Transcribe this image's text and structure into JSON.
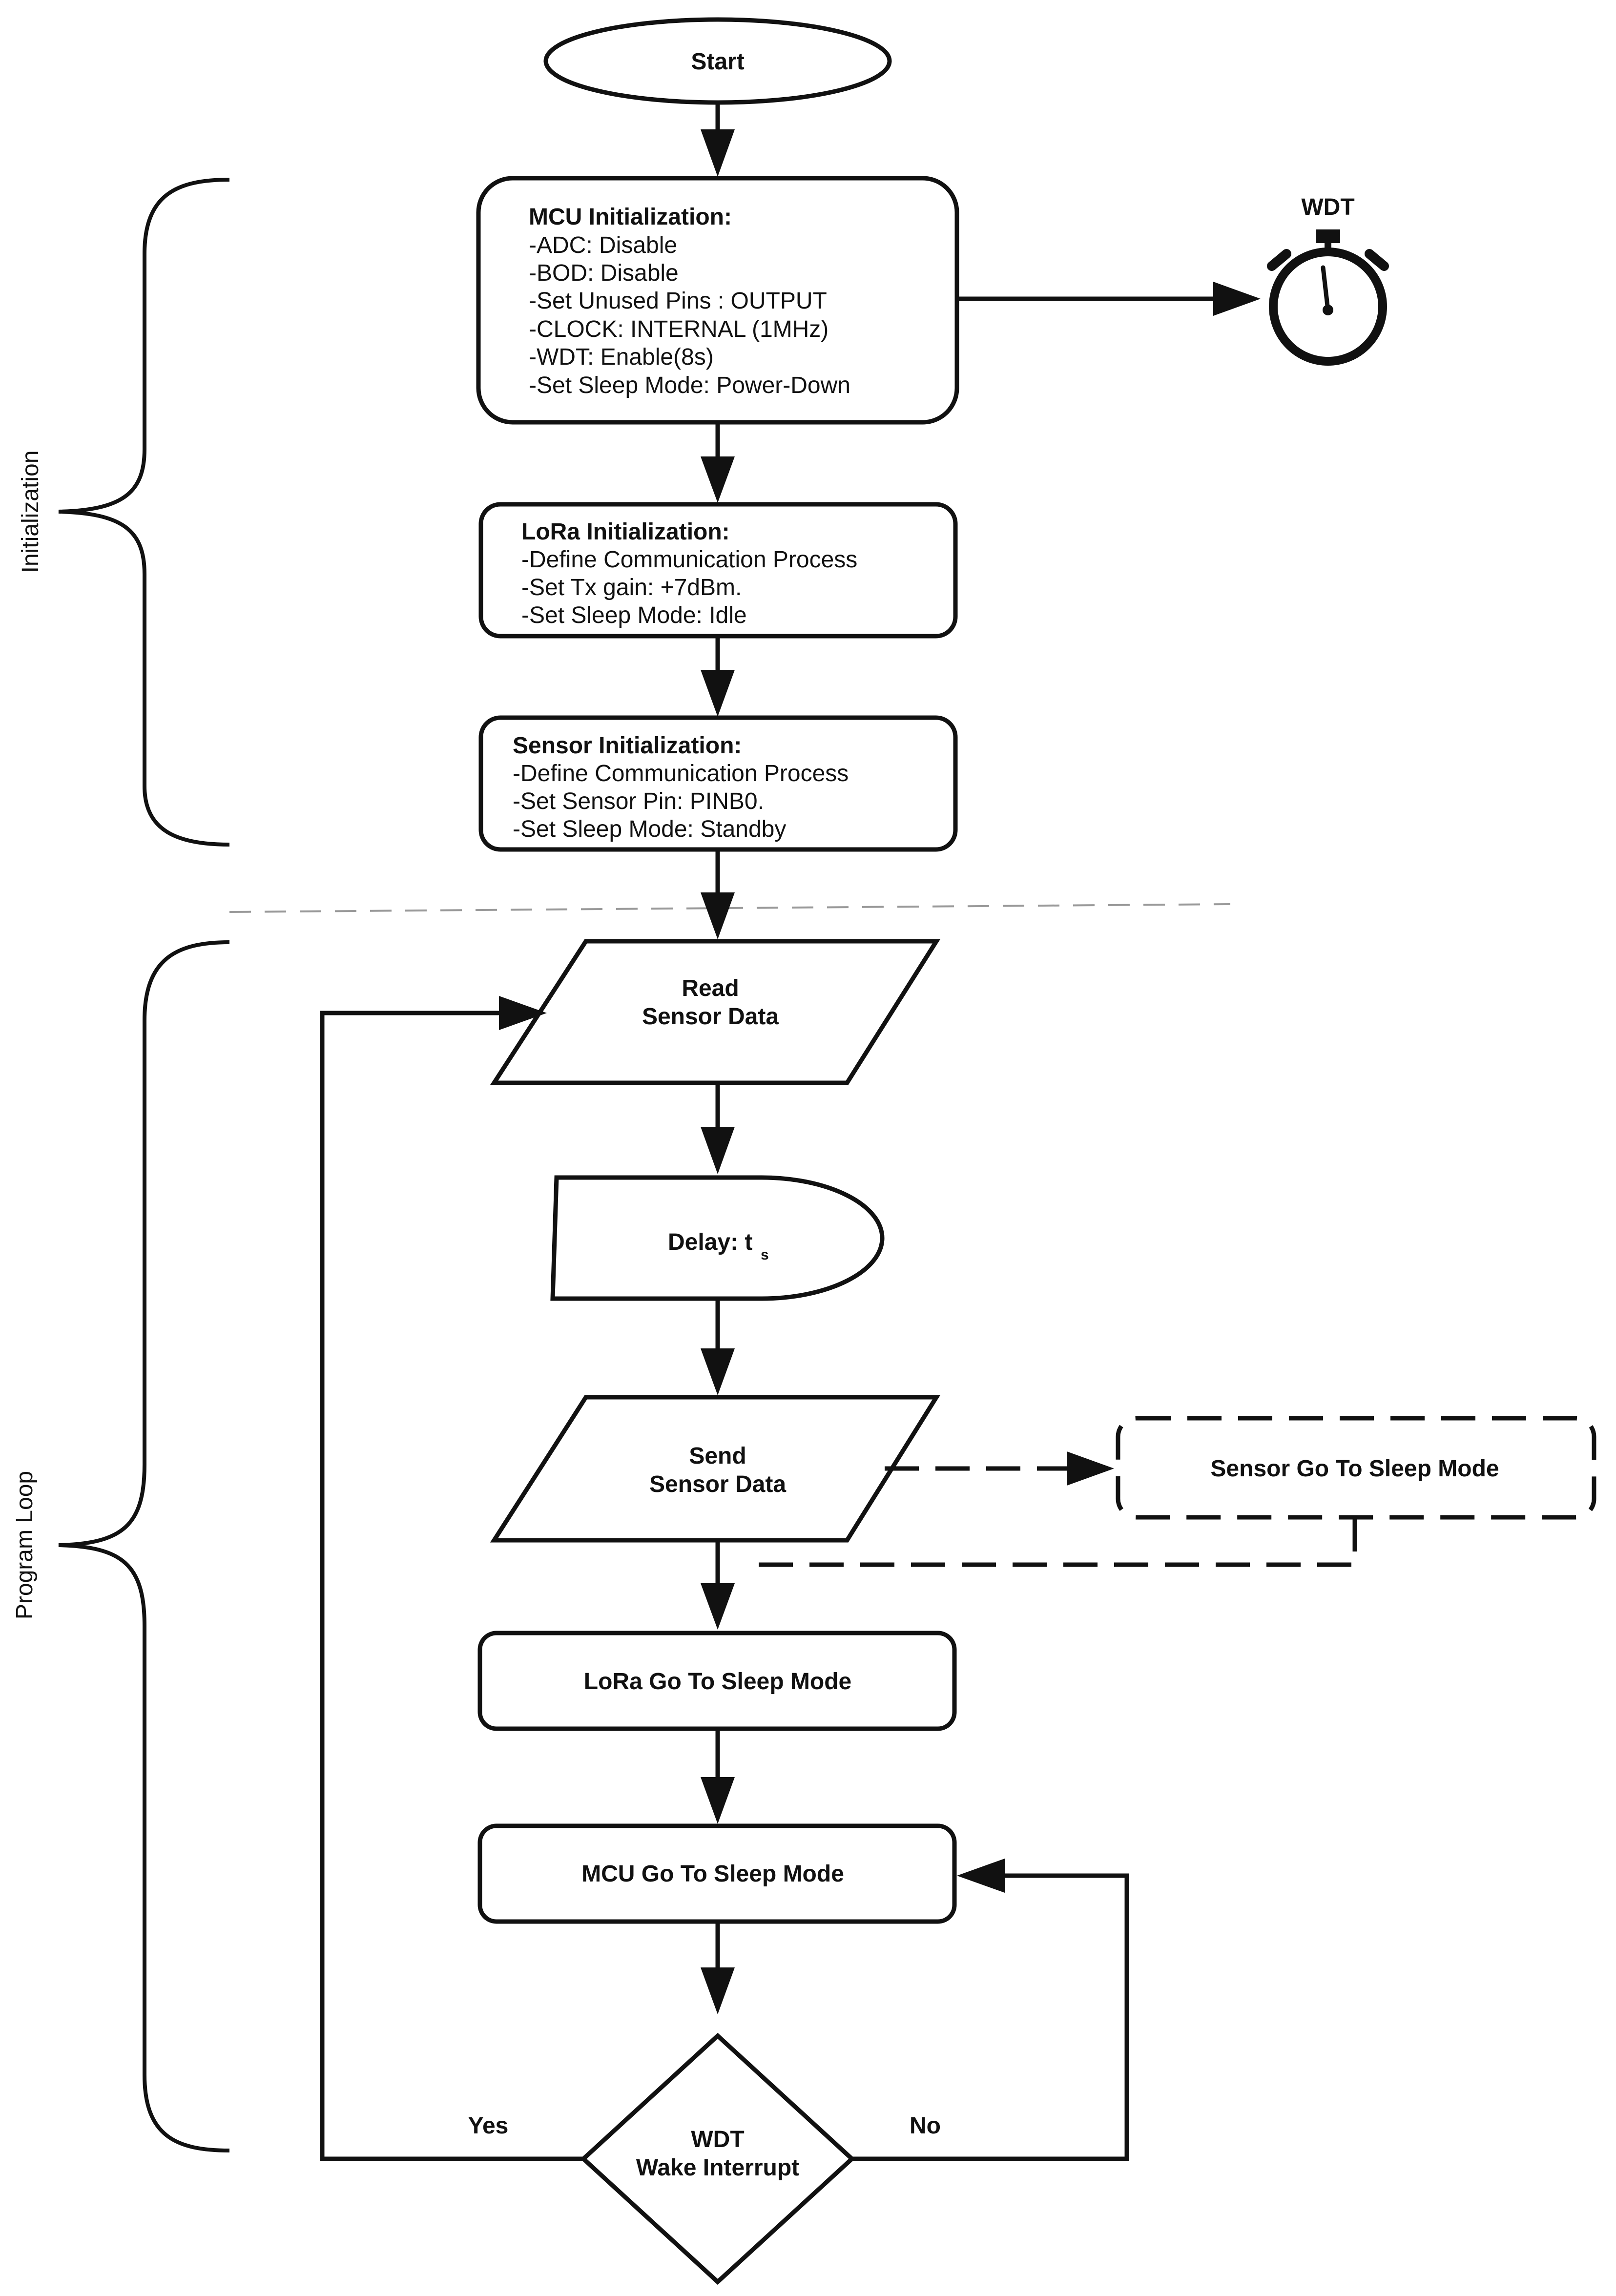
{
  "start": {
    "label": "Start"
  },
  "sections": {
    "initialization": "Initialization",
    "program_loop": "Program Loop"
  },
  "mcu_init": {
    "title": "MCU Initialization:",
    "lines": [
      "-ADC: Disable",
      "-BOD: Disable",
      "-Set Unused Pins : OUTPUT",
      "-CLOCK: INTERNAL (1MHz)",
      "-WDT: Enable(8s)",
      "-Set Sleep Mode: Power-Down"
    ]
  },
  "wdt_timer": {
    "label": "WDT",
    "icon": "stopwatch-icon"
  },
  "lora_init": {
    "title": "LoRa Initialization:",
    "lines": [
      "-Define Communication Process",
      "-Set Tx gain: +7dBm.",
      "-Set Sleep Mode: Idle"
    ]
  },
  "sensor_init": {
    "title": "Sensor Initialization:",
    "lines": [
      "-Define Communication Process",
      "-Set Sensor Pin: PINB0.",
      "-Set Sleep Mode: Standby"
    ]
  },
  "read_sensor": {
    "line1": "Read",
    "line2": "Sensor  Data"
  },
  "delay": {
    "label": "Delay: t",
    "subscript": "s"
  },
  "send_sensor": {
    "line1": "Send",
    "line2": "Sensor Data"
  },
  "sensor_sleep": {
    "label": "Sensor Go To Sleep Mode"
  },
  "lora_sleep": {
    "label": "LoRa Go To Sleep Mode"
  },
  "mcu_sleep": {
    "label": "MCU Go To Sleep Mode"
  },
  "decision": {
    "line1": "WDT",
    "line2": "Wake Interrupt",
    "yes": "Yes",
    "no": "No"
  }
}
